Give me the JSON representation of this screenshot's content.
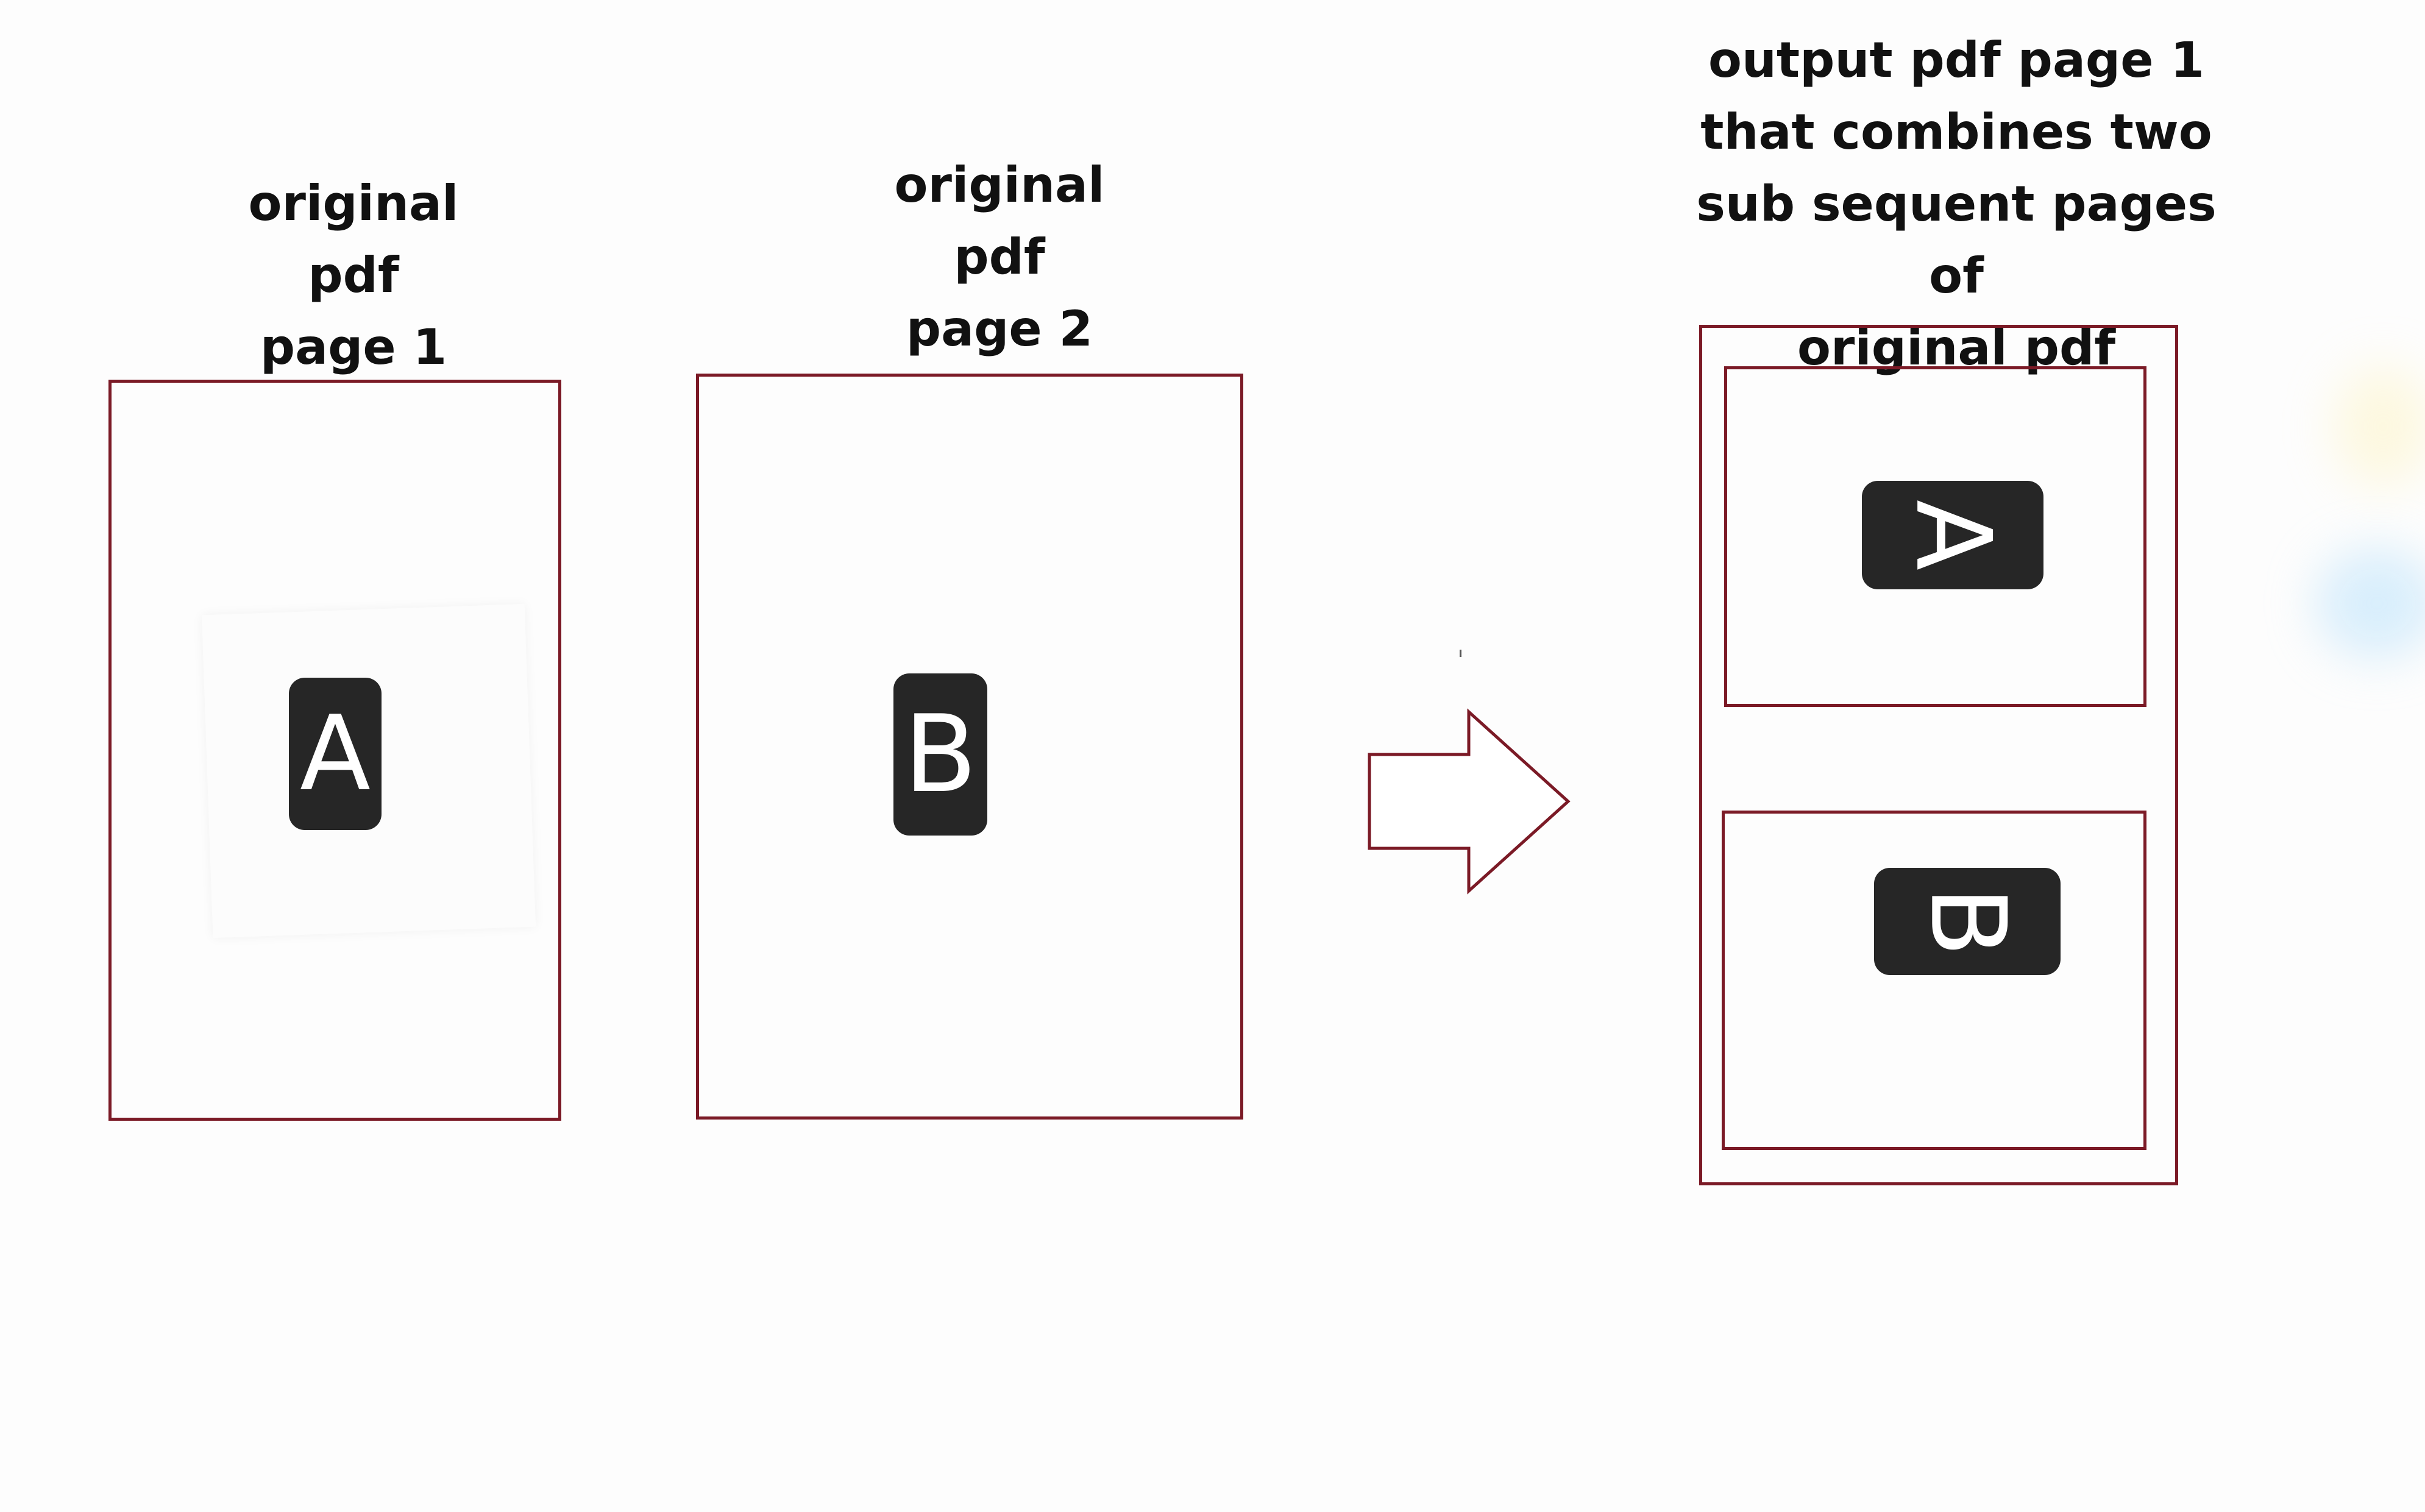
{
  "diagram": {
    "caption_page1": "original pdf\npage 1",
    "caption_page2": "original pdf\npage 2",
    "caption_output": "output pdf page 1\nthat combines two\nsub sequent pages of\noriginal pdf",
    "tile_a_letter": "A",
    "tile_b_letter": "B",
    "output_tile_a_letter": "A",
    "output_tile_b_letter": "B"
  },
  "colors": {
    "frame_border": "#7b1a26",
    "tile_fill": "#262626",
    "tile_text": "#ffffff",
    "caption_text": "#111111",
    "background": "#fdfdfd"
  },
  "icons": {
    "arrow": "right-arrow-outline-icon"
  }
}
